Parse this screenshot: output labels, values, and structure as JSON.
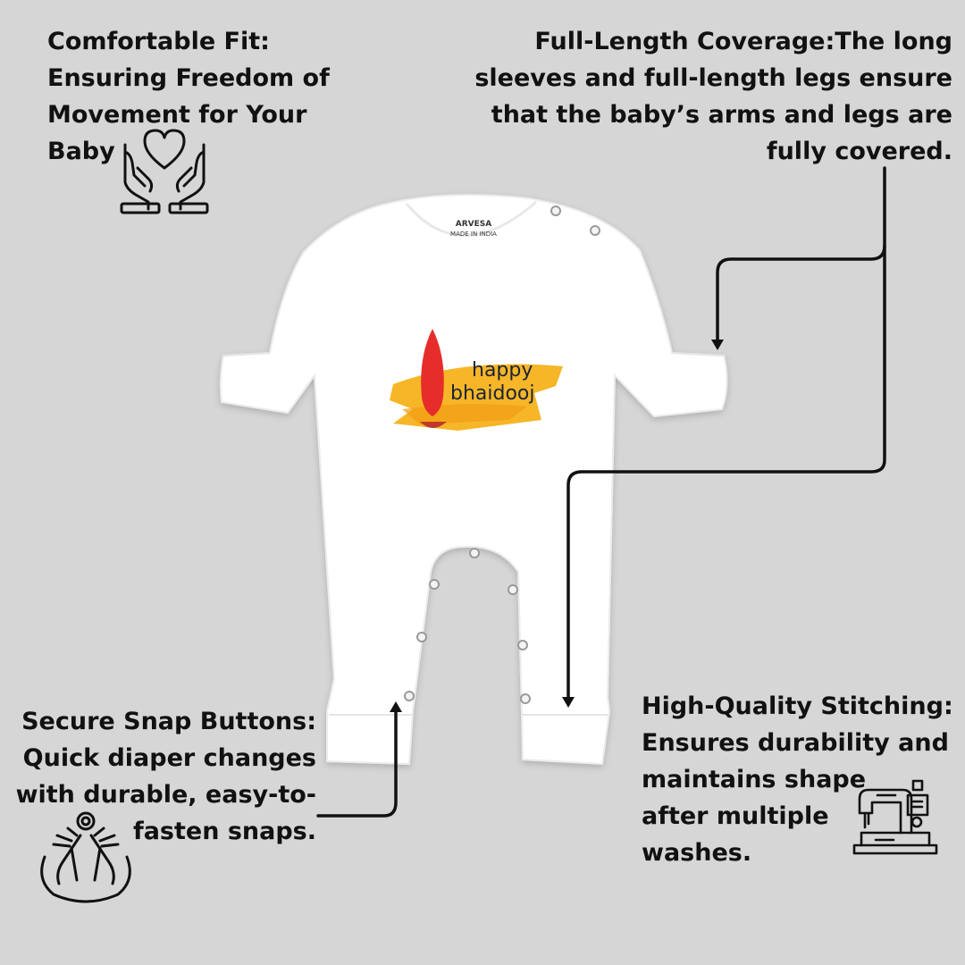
{
  "features": {
    "comfort": "Comfortable Fit:\nEnsuring Freedom of\nMovement for Your\nBaby",
    "coverage": "Full-Length Coverage:The long\nsleeves and full-length legs ensure\nthat the baby’s arms and legs are\nfully covered.",
    "snaps": "Secure Snap Buttons:\nQuick diaper changes\nwith durable, easy-to-\nfasten snaps.",
    "stitch": "High-Quality Stitching:\nEnsures durability and\nmaintains shape\n after multiple\n washes."
  },
  "garment": {
    "brand": "ARVESA",
    "made_in": "MADE IN INDIA",
    "print_line1": "happy",
    "print_line2": "bhaidooj"
  },
  "icons": {
    "comfort": "hands-holding-heart-icon",
    "snaps": "hands-holding-snap-icon",
    "stitch": "sewing-machine-icon"
  },
  "colors": {
    "background": "#d6d6d6",
    "text": "#111111",
    "garment": "#ffffff",
    "print_yellow": "#f6b21b",
    "print_red": "#e62d2a"
  }
}
